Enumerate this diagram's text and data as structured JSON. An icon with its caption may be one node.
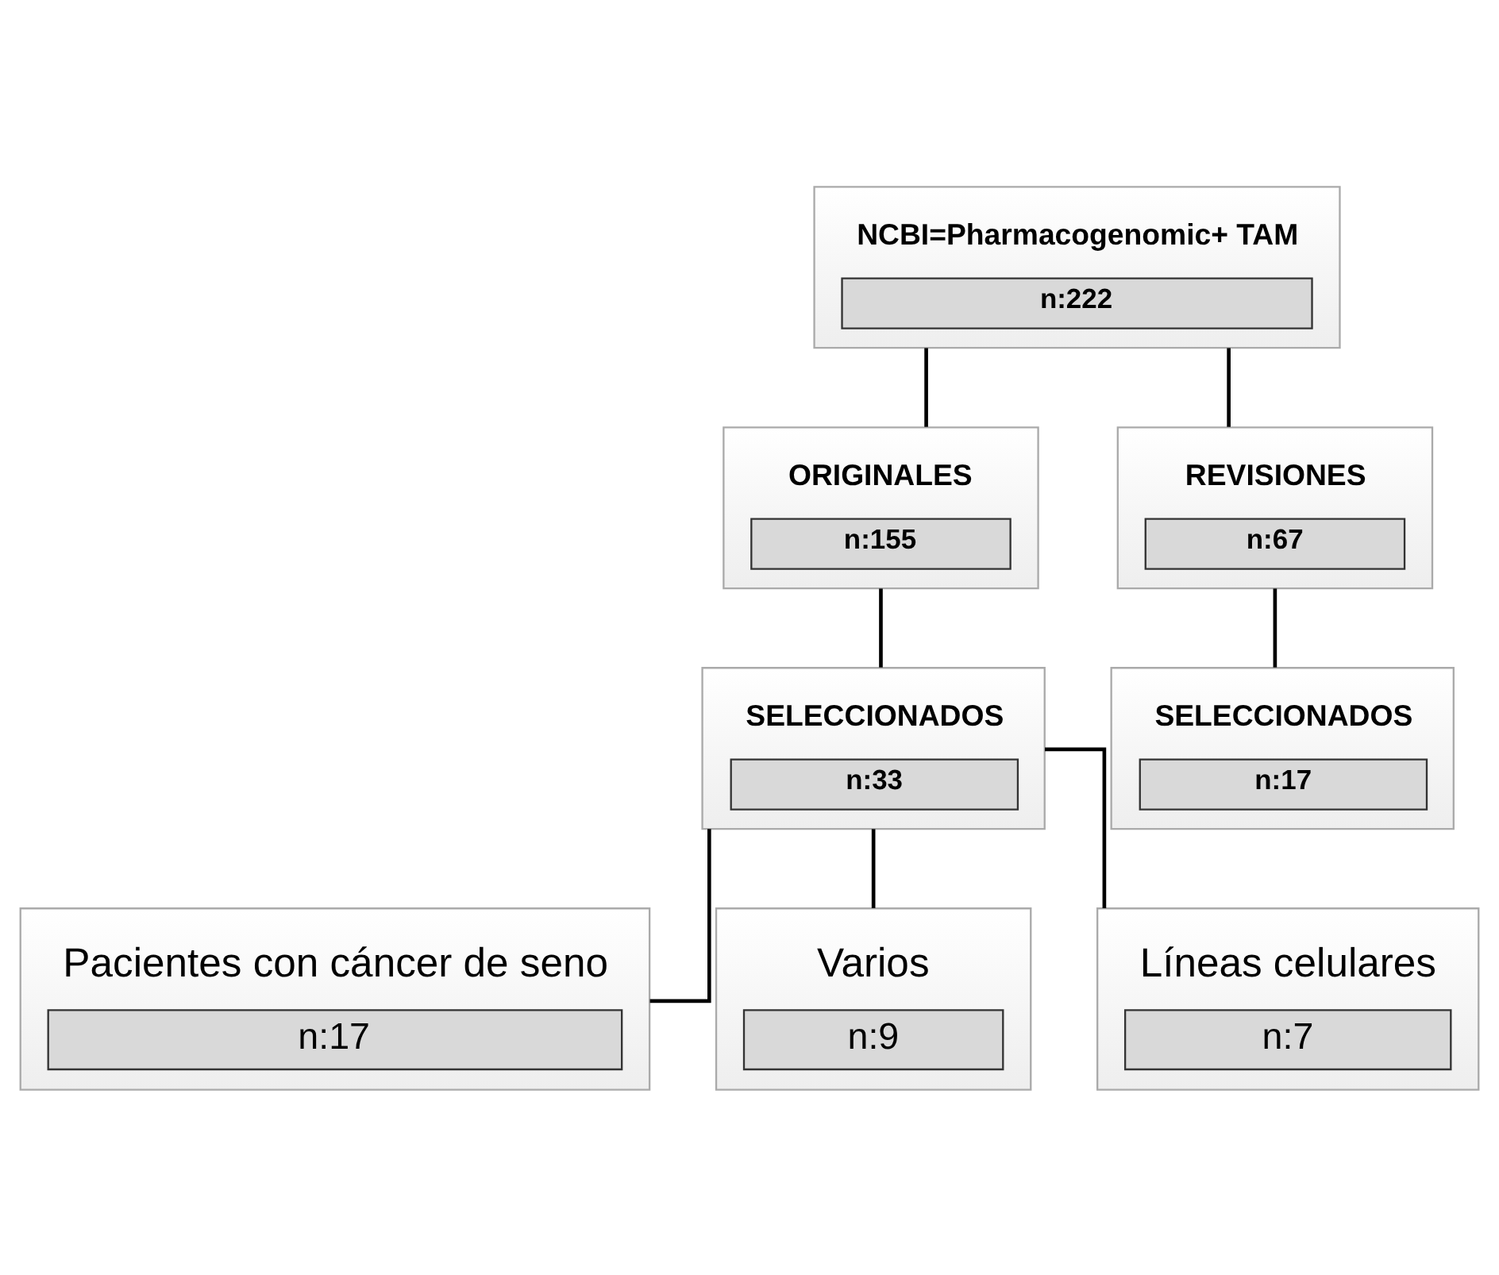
{
  "diagram": {
    "nodes": [
      {
        "text": [
          "NCBI=Pharmacogenomic+ TAM",
          "n:222"
        ]
      },
      {
        "text": [
          "ORIGINALES",
          "n:155"
        ]
      },
      {
        "text": [
          "REVISIONES",
          "n:67"
        ]
      },
      {
        "text": [
          "SELECCIONADOS",
          "n:33"
        ]
      },
      {
        "text": [
          "SELECCIONADOS",
          "n:17"
        ]
      },
      {
        "text": [
          "Pacientes con cáncer de seno",
          "n:17"
        ]
      },
      {
        "text": [
          "Varios",
          "n:9"
        ]
      },
      {
        "text": [
          "Líneas celulares",
          "n:7"
        ]
      }
    ],
    "edges": [
      {
        "from": 0,
        "to": 1,
        "arrow": "none"
      },
      {
        "from": 0,
        "to": 2,
        "arrow": "none"
      },
      {
        "from": 1,
        "to": 3,
        "arrow": "none"
      },
      {
        "from": 2,
        "to": 4,
        "arrow": "none"
      },
      {
        "from": 3,
        "to": 5,
        "arrow": "none"
      },
      {
        "from": 3,
        "to": 6,
        "arrow": "none"
      },
      {
        "from": 3,
        "to": 7,
        "arrow": "none"
      }
    ]
  }
}
